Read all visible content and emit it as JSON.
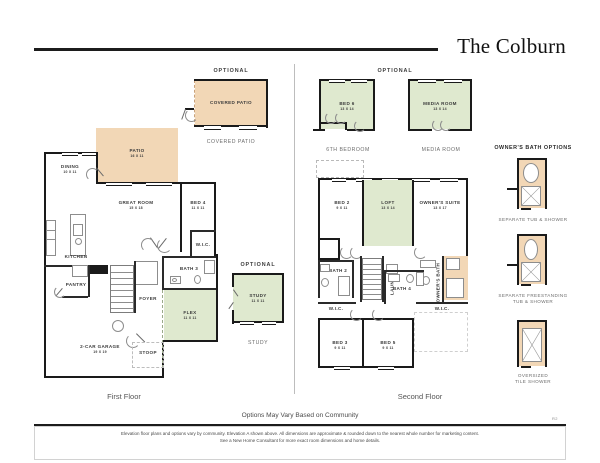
{
  "header": {
    "title": "The Colburn"
  },
  "first_floor": {
    "caption": "First Floor",
    "optional_patio": {
      "optional_label": "OPTIONAL",
      "room_label": "COVERED PATIO",
      "caption": "COVERED PATIO"
    },
    "optional_study": {
      "optional_label": "OPTIONAL",
      "room_label": "STUDY",
      "dim": "11 x 11",
      "caption": "STUDY"
    },
    "rooms": [
      {
        "label": "PATIO",
        "dim": "16 x 11"
      },
      {
        "label": "DINING",
        "dim": "10 x 11"
      },
      {
        "label": "GREAT ROOM",
        "dim": "15 x 18"
      },
      {
        "label": "BED 4",
        "dim": "11 x 11"
      },
      {
        "label": "KITCHEN",
        "dim": ""
      },
      {
        "label": "W.I.C.",
        "dim": ""
      },
      {
        "label": "BATH 3",
        "dim": ""
      },
      {
        "label": "PANTRY",
        "dim": ""
      },
      {
        "label": "FOYER",
        "dim": ""
      },
      {
        "label": "FLEX",
        "dim": "11 x 11"
      },
      {
        "label": "2-CAR GARAGE",
        "dim": "19 x 19"
      },
      {
        "label": "STOOP",
        "dim": ""
      }
    ]
  },
  "second_floor": {
    "caption": "Second Floor",
    "optional_label": "OPTIONAL",
    "optional_bed6": {
      "room_label": "BED 6",
      "dim": "13 x 14",
      "caption": "6th BEDROOM"
    },
    "optional_media": {
      "room_label": "MEDIA ROOM",
      "dim": "13 x 14",
      "caption": "MEDIA ROOM"
    },
    "rooms": [
      {
        "label": "BED 2",
        "dim": "9 x 11"
      },
      {
        "label": "LOFT",
        "dim": "13 x 14"
      },
      {
        "label": "OWNER'S SUITE",
        "dim": "13 x 17"
      },
      {
        "label": "BATH 2",
        "dim": ""
      },
      {
        "label": "OWNER'S BATH",
        "dim": ""
      },
      {
        "label": "LAUNDRY",
        "dim": ""
      },
      {
        "label": "W.I.C.",
        "dim": ""
      },
      {
        "label": "BATH 4",
        "dim": ""
      },
      {
        "label": "W.I.C.",
        "dim": ""
      },
      {
        "label": "W.I.C.",
        "dim": ""
      },
      {
        "label": "BED 3",
        "dim": "9 x 11"
      },
      {
        "label": "BED 5",
        "dim": "9 x 11"
      }
    ]
  },
  "owner_bath_options": {
    "title": "OWNER'S BATH OPTIONS",
    "options": [
      {
        "caption": "SEPARATE TUB & SHOWER"
      },
      {
        "caption_line1": "SEPARATE FREESTANDING",
        "caption_line2": "TUB & SHOWER"
      },
      {
        "caption_line1": "OVERSIZED",
        "caption_line2": "TILE SHOWER"
      }
    ]
  },
  "footer": {
    "headline": "Options May Vary Based on Community",
    "revision": "R2",
    "disclaimer_line1": "Elevation floor plans and options vary by community. Elevation A shown above. All dimensions are approximate & rounded down to the nearest whole number for marketing content.",
    "disclaimer_line2": "See a New Home Consultant for more exact room dimensions and home details."
  },
  "colors": {
    "green": "#dfe9cf",
    "tan": "#f2d7b6",
    "wall": "#1a1a1a",
    "caption": "#6d6d6d"
  }
}
